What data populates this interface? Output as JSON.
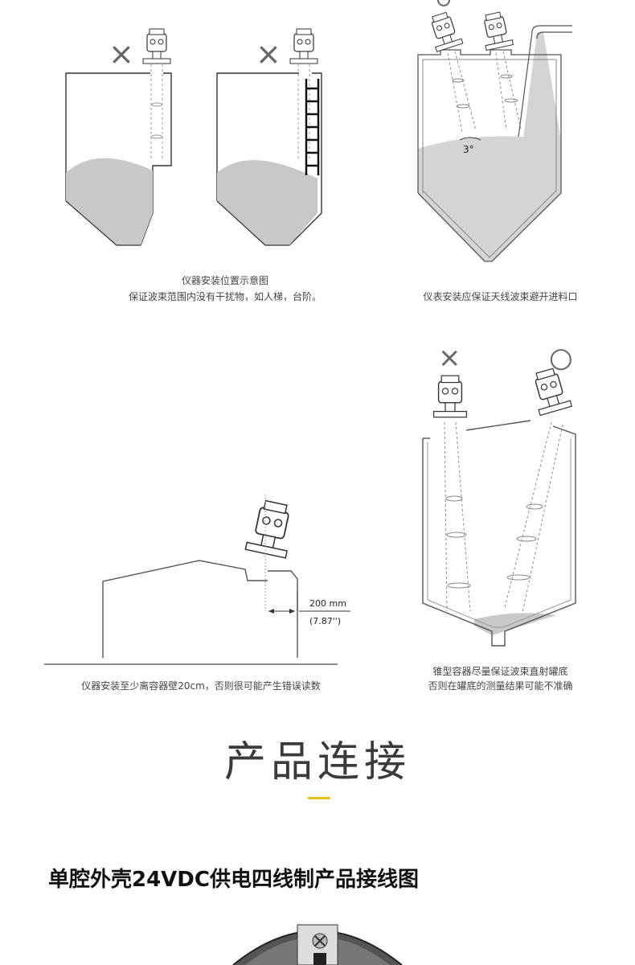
{
  "captions": {
    "fig1_line1": "仪器安装位置示意图",
    "fig1_line2": "保证波束范围内没有干扰物，如人梯，台阶。",
    "fig2": "仪表安装应保证天线波束避开进料口",
    "fig3": "仪器安装至少离容器壁20cm，否则很可能产生错误读数",
    "fig4_line1": "锥型容器尽量保证波束直射罐底",
    "fig4_line2": "否则在罐底的测量结果可能不准确"
  },
  "labels": {
    "angle": "3°",
    "dim_mm": "200 mm",
    "dim_in": "(7.87'')"
  },
  "marks": {
    "wrong": "×",
    "right": "○"
  },
  "section": {
    "title": "产品连接"
  },
  "wiring": {
    "title": "单腔外壳24VDC供电四线制产品接线图"
  },
  "colors": {
    "accent": "#e8c320",
    "material": "#c8c8c8",
    "line": "#333333"
  }
}
